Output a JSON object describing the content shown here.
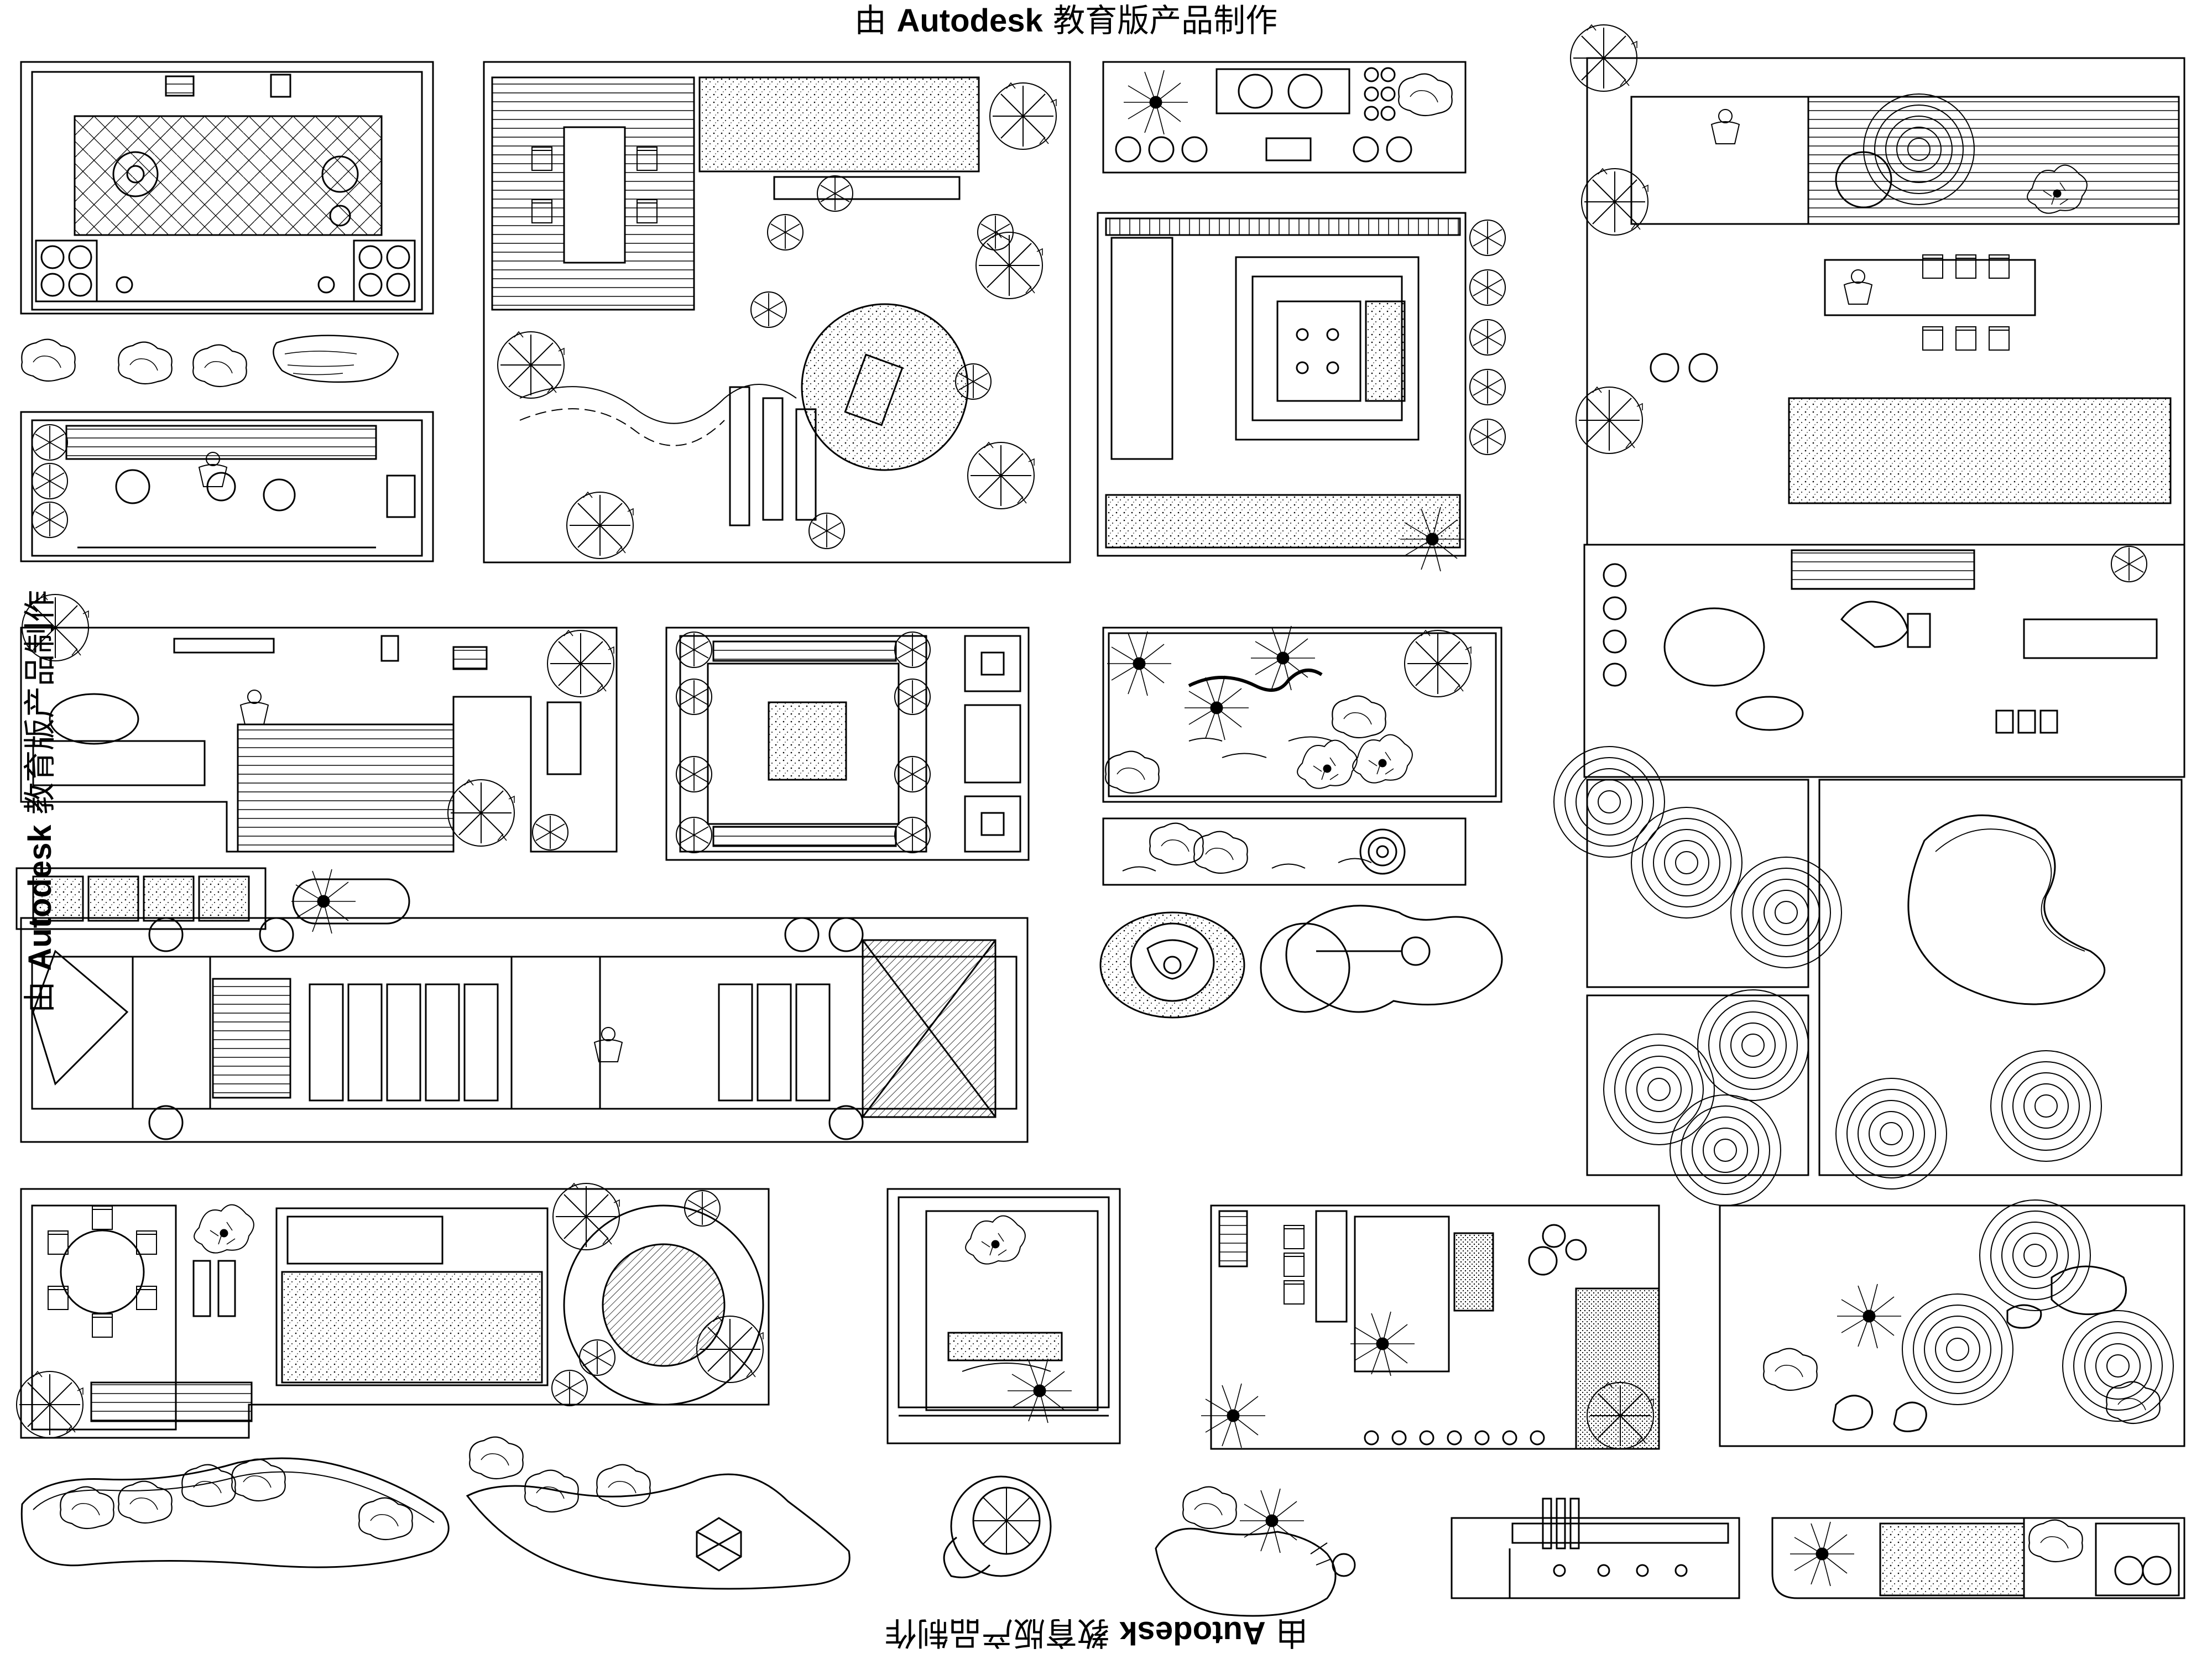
{
  "watermark": {
    "prefix": "由",
    "brand": "Autodesk",
    "suffix": "教育版产品制作"
  },
  "drawing": {
    "line_color": "#000000",
    "background": "#ffffff",
    "panels": [
      {
        "id": "kitchen-herringbone-terrace"
      },
      {
        "id": "rock-specimens"
      },
      {
        "id": "bench-terrace"
      },
      {
        "id": "courtyard-dining-garden"
      },
      {
        "id": "lounge-planter-strip"
      },
      {
        "id": "central-water-court"
      },
      {
        "id": "roof-garden-kitchen-deck"
      },
      {
        "id": "zen-gravel-rake-panels"
      },
      {
        "id": "stepped-deck-garden"
      },
      {
        "id": "square-planter-court"
      },
      {
        "id": "pine-rock-pond"
      },
      {
        "id": "pebble-stream-strip"
      },
      {
        "id": "round-fountain-pools"
      },
      {
        "id": "long-pergola-deck"
      },
      {
        "id": "round-table-lawn-garden"
      },
      {
        "id": "small-tree-court"
      },
      {
        "id": "outdoor-kitchen-court"
      },
      {
        "id": "stepping-stone-rake-garden"
      },
      {
        "id": "rockery-island-left"
      },
      {
        "id": "rockery-island-right"
      },
      {
        "id": "spiral-basin"
      },
      {
        "id": "rock-tree-fountain"
      },
      {
        "id": "bench-strip"
      },
      {
        "id": "corner-planter-strip"
      }
    ]
  }
}
